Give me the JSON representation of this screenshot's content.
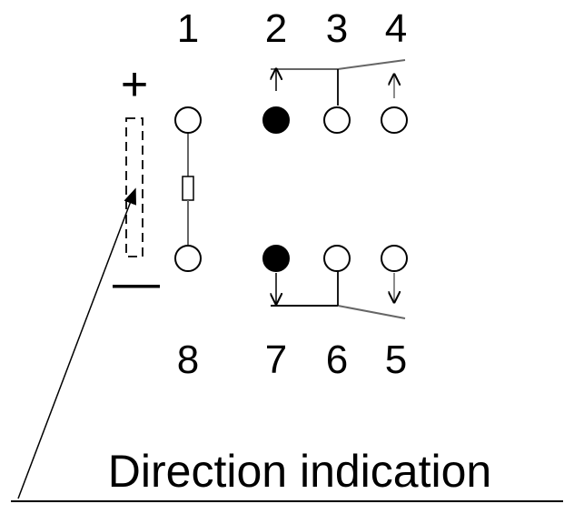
{
  "diagram": {
    "top_pins": [
      "1",
      "2",
      "3",
      "4"
    ],
    "bottom_pins": [
      "8",
      "7",
      "6",
      "5"
    ],
    "plus_sign": "+",
    "minus_sign": "—",
    "caption": "Direction indication",
    "filled_pins": [
      "2",
      "7"
    ]
  }
}
